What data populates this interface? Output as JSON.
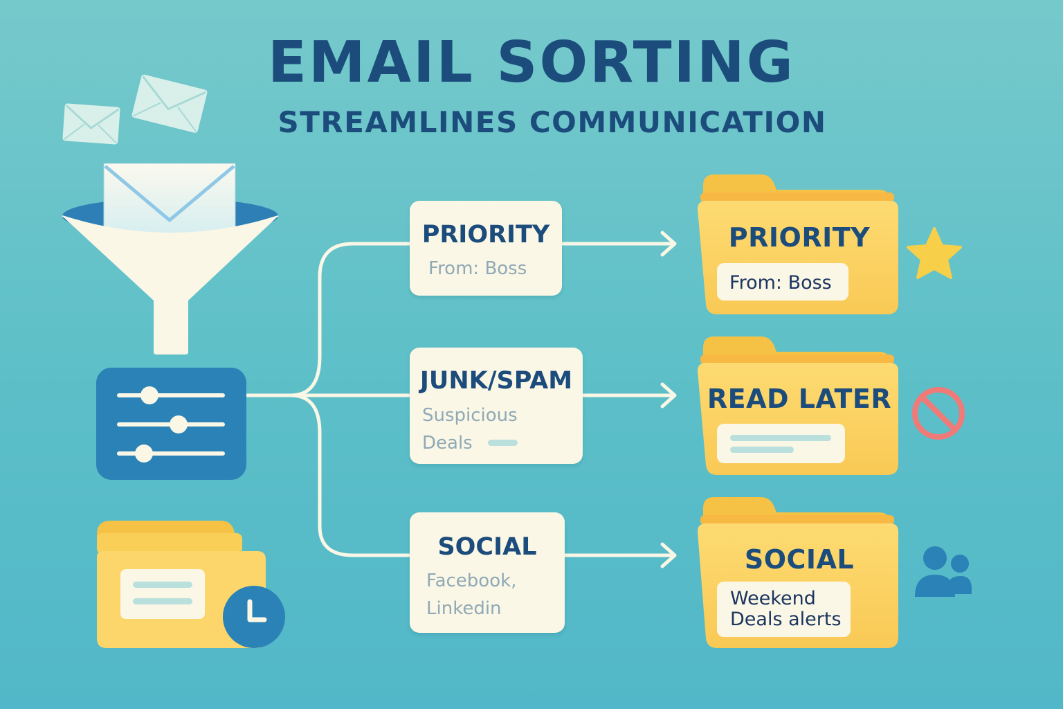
{
  "header": {
    "title": "EMAIL SORTING",
    "subtitle": "STREAMLINES COMMUNICATION"
  },
  "rules": [
    {
      "title": "PRIORITY",
      "detail": "From: Boss"
    },
    {
      "title": "JUNK/SPAM",
      "detail": "Suspicious\nDeals"
    },
    {
      "title": "SOCIAL",
      "detail": "Facebook,\nLinkedin"
    }
  ],
  "folders": [
    {
      "title": "PRIORITY",
      "note": "From: Boss",
      "badge_icon": "star-icon"
    },
    {
      "title": "READ LATER",
      "note": "",
      "badge_icon": "no-entry-icon"
    },
    {
      "title": "SOCIAL",
      "note": "Weekend\nDeals alerts",
      "badge_icon": "people-icon"
    }
  ],
  "icons": [
    "envelope-icon",
    "funnel-icon",
    "filter-sliders-icon",
    "folder-icon",
    "clock-icon",
    "star-icon",
    "no-entry-icon",
    "people-icon"
  ],
  "colors": {
    "background": "#5cbfc8",
    "title": "#1b4c7c",
    "card": "#fbf7e6",
    "folder": "#fcd66a",
    "connector": "#fbf7e6",
    "star": "#f8cf48",
    "no_entry": "#ef7a78",
    "accent_blue": "#2a82b7"
  }
}
